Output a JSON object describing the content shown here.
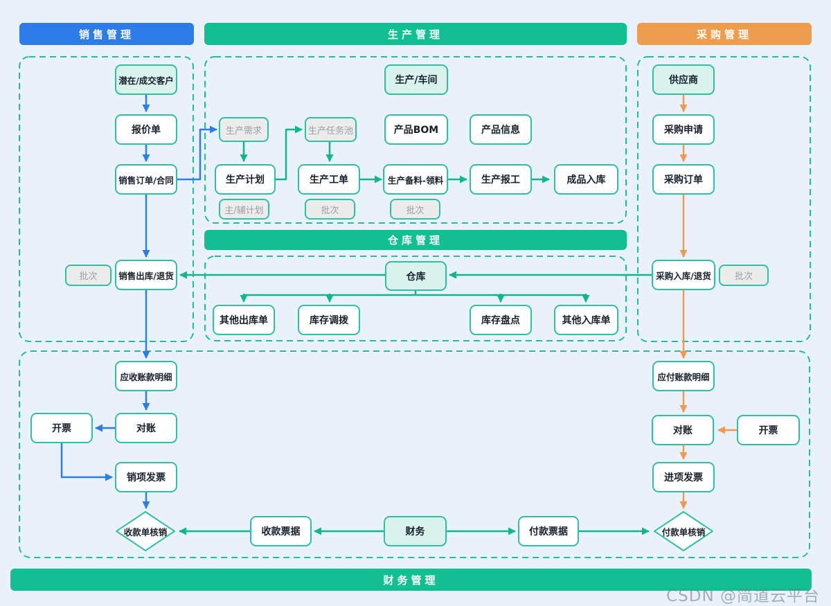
{
  "headers": {
    "sales": "销售管理",
    "production": "生产管理",
    "purchase": "采购管理",
    "warehouse": "仓库管理",
    "finance": "财务管理"
  },
  "nodes": {
    "customer": "潜在/成交客户",
    "quotation": "报价单",
    "sales_order": "销售订单/合同",
    "batch_sales": "批次",
    "sales_outbound": "销售出库/退货",
    "receivable": "应收账款明细",
    "reconcile_ar": "对账",
    "invoice_ar": "开票",
    "sales_invoice": "销项发票",
    "receipt_verify": "收款单核销",
    "receipt_note": "收款票据",
    "finance": "财务",
    "payment_note": "付款票据",
    "payment_verify": "付款单核销",
    "workshop": "生产/车间",
    "prod_demand": "生产需求",
    "task_pool": "生产任务池",
    "product_bom": "产品BOM",
    "product_info": "产品信息",
    "prod_plan": "生产计划",
    "main_aux_plan": "主/辅计划",
    "work_order": "生产工单",
    "batch_wo": "批次",
    "material": "生产备料-领料",
    "batch_material": "批次",
    "report_work": "生产报工",
    "finished_inbound": "成品入库",
    "warehouse": "仓库",
    "other_outbound": "其他出库单",
    "stock_transfer": "库存调拨",
    "stock_check": "库存盘点",
    "other_inbound": "其他入库单",
    "supplier": "供应商",
    "purchase_request": "采购申请",
    "purchase_order": "采购订单",
    "purchase_inbound": "采购入库/退货",
    "batch_purchase": "批次",
    "payable": "应付账款明细",
    "reconcile_ap": "对账",
    "invoice_ap": "开票",
    "input_invoice": "进项发票"
  },
  "watermark": "CSDN @简道云平台",
  "palette": {
    "background": "#e9f1fa",
    "sales_bar": "#2e7ce8",
    "production_bar": "#12bf92",
    "purchase_bar": "#ee9c4d",
    "node_border": "#2ec0a0",
    "mint_fill": "#d9f3ec",
    "gray_fill": "#ececec",
    "arrow_blue": "#2b7de9",
    "arrow_green": "#10b78c",
    "arrow_orange": "#f09a51",
    "frame_dash": "#1fbf97"
  }
}
